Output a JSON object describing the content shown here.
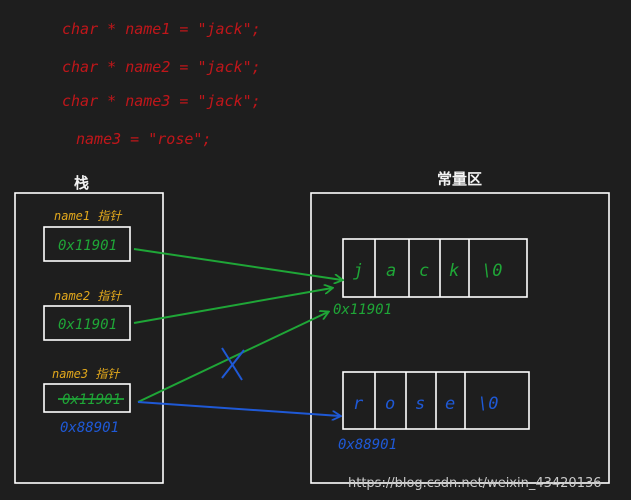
{
  "code_lines": [
    "char *  name1 = \"jack\";",
    "char *  name2 = \"jack\";",
    "char *  name3 = \"jack\";",
    "name3 = \"rose\";"
  ],
  "stack": {
    "title": "栈",
    "pointers": [
      {
        "label": "name1 指针",
        "value": "0x11901"
      },
      {
        "label": "name2 指针",
        "value": "0x11901"
      },
      {
        "label": "name3 指针",
        "old_value": "0x11901",
        "new_value": "0x88901"
      }
    ]
  },
  "constant_area": {
    "title": "常量区",
    "strings": [
      {
        "cells": [
          "j",
          "a",
          "c",
          "k",
          "\\0"
        ],
        "address": "0x11901"
      },
      {
        "cells": [
          "r",
          "o",
          "s",
          "e",
          "\\0"
        ],
        "address": "0x88901"
      }
    ]
  },
  "watermark": "https://blog.csdn.net/weixin_43420136",
  "colors": {
    "background": "#1e1e1e",
    "code": "#c0161a",
    "pointer_label": "#e2a81c",
    "green": "#1fa637",
    "blue": "#1f59d6",
    "box": "#ffffff"
  }
}
